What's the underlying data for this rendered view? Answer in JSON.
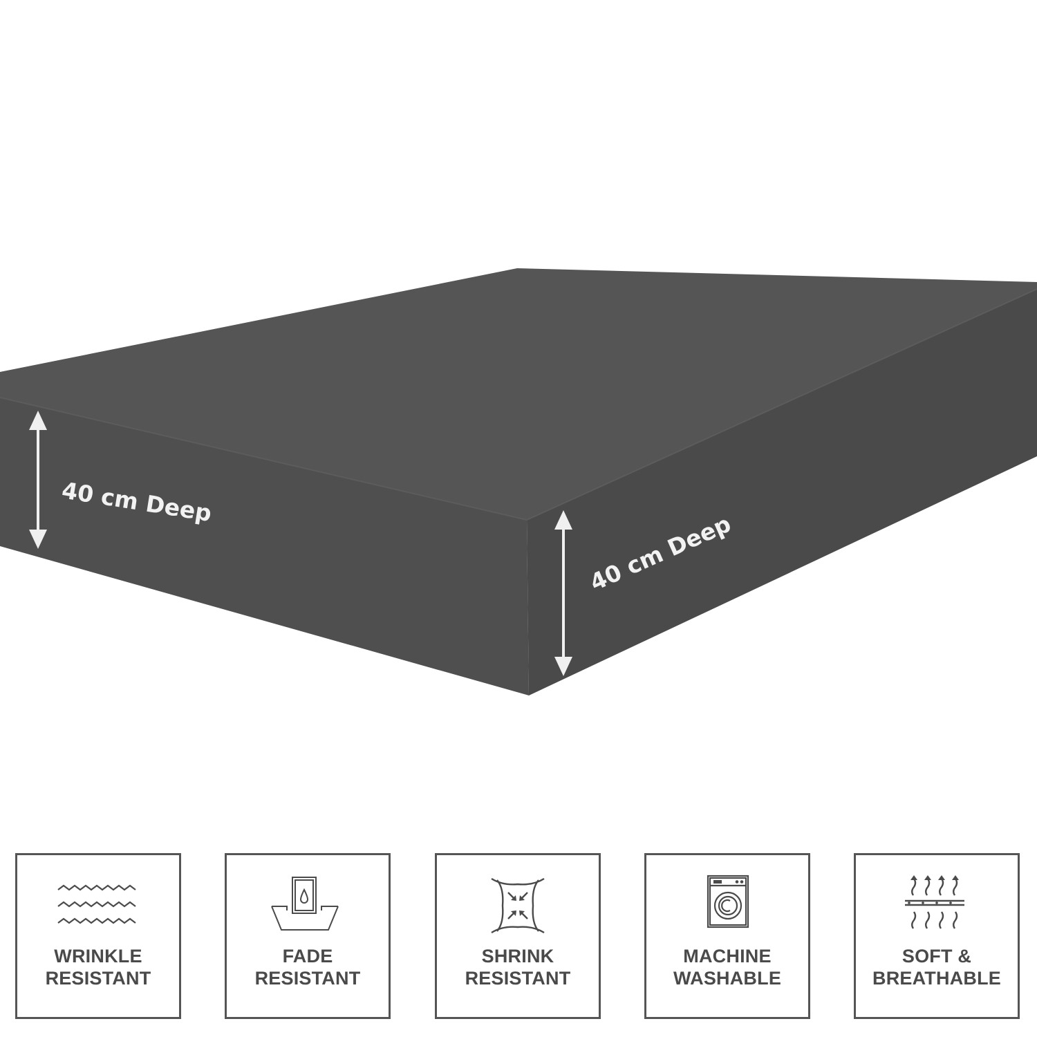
{
  "product": {
    "depth_label_left": "40 cm Deep",
    "depth_label_right": "40 cm Deep",
    "colors": {
      "mattress_top": "#555555",
      "mattress_left_side": "#4f4f4f",
      "mattress_right_side": "#4a4a4a",
      "arrow": "#f0f0f0",
      "feature_border": "#555555",
      "feature_text": "#4a4a4a"
    }
  },
  "features": [
    {
      "icon": "wrinkle-waves-icon",
      "line1": "WRINKLE",
      "line2": "RESISTANT"
    },
    {
      "icon": "fade-basin-drop-icon",
      "line1": "FADE",
      "line2": "RESISTANT"
    },
    {
      "icon": "shrink-arrows-icon",
      "line1": "SHRINK",
      "line2": "RESISTANT"
    },
    {
      "icon": "washing-machine-icon",
      "line1": "MACHINE",
      "line2": "WASHABLE"
    },
    {
      "icon": "breathable-layers-icon",
      "line1": "SOFT &",
      "line2": "BREATHABLE"
    }
  ]
}
